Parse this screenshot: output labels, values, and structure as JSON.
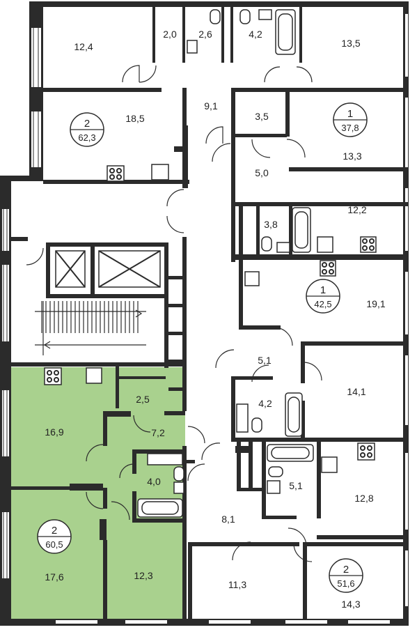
{
  "highlight_color": "#a9d18e",
  "room_areas": {
    "r1": "12,4",
    "r2": "2,0",
    "r3": "2,6",
    "r4": "4,2",
    "r5": "13,5",
    "r6": "9,1",
    "r7": "18,5",
    "r8": "3,5",
    "r9": "13,3",
    "r10": "5,0",
    "r11": "12,2",
    "r12": "3,8",
    "r13": "19,1",
    "r14": "5,1",
    "r15": "14,1",
    "r16": "4,2",
    "r17": "16,9",
    "r18": "2,5",
    "r19": "7,2",
    "r20": "4,0",
    "r21": "5,1",
    "r22": "12,8",
    "r23": "8,1",
    "r24": "17,6",
    "r25": "12,3",
    "r26": "11,3",
    "r27": "14,3"
  },
  "apartments": {
    "a1": {
      "rooms": "2",
      "area": "62,3"
    },
    "a2": {
      "rooms": "1",
      "area": "37,8"
    },
    "a3": {
      "rooms": "1",
      "area": "42,5"
    },
    "a4": {
      "rooms": "2",
      "area": "60,5"
    },
    "a5": {
      "rooms": "2",
      "area": "51,6"
    }
  }
}
